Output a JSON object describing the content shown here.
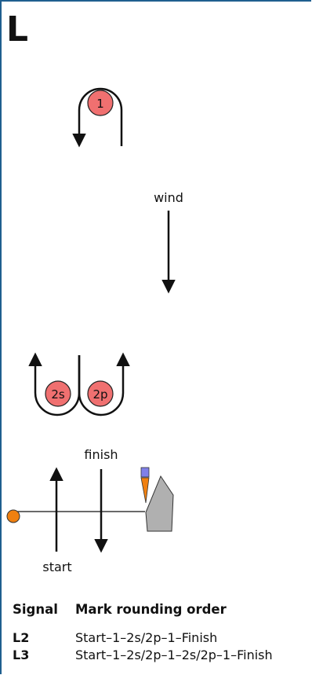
{
  "course": {
    "letter": "L",
    "wind_label": "wind",
    "finish_label": "finish",
    "start_label": "start",
    "marks": {
      "mark1": "1",
      "mark2s": "2s",
      "mark2p": "2p"
    },
    "colors": {
      "border": "#1f5f8f",
      "mark_fill": "#f07070",
      "start_buoy": "#f08010",
      "boat_hull": "#b0b0b0",
      "flag_blue": "#8080e8",
      "flag_orange": "#f08010"
    }
  },
  "legend": {
    "header_signal": "Signal",
    "header_order": "Mark rounding order",
    "rows": [
      {
        "signal": "L2",
        "order": "Start–1–2s/2p–1–Finish"
      },
      {
        "signal": "L3",
        "order": "Start–1–2s/2p–1–2s/2p–1–Finish"
      }
    ]
  }
}
